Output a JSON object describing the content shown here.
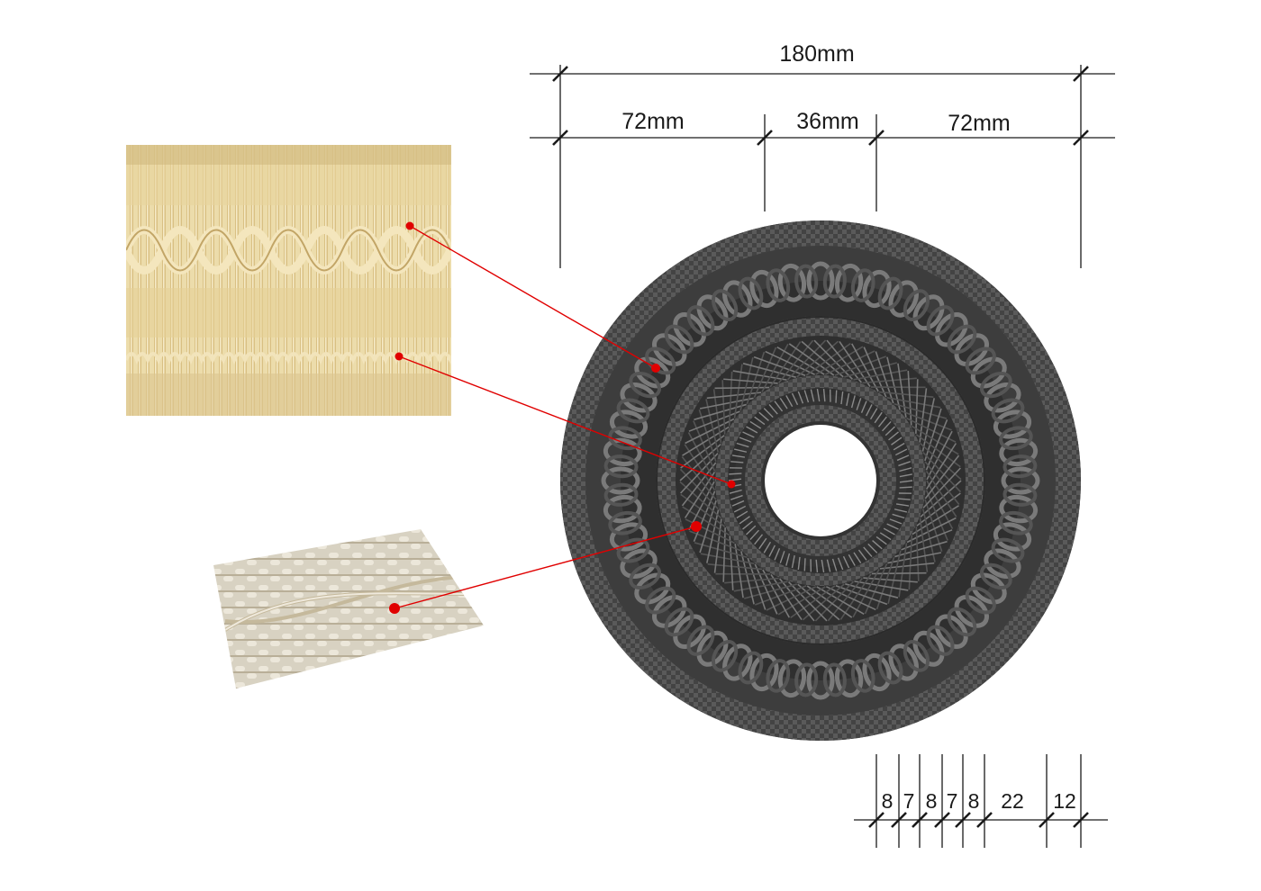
{
  "dimensions": {
    "overall": "180mm",
    "segments": [
      "72mm",
      "36mm",
      "72mm"
    ],
    "ring_widths": [
      "8",
      "7",
      "8",
      "7",
      "8",
      "22",
      "12"
    ]
  },
  "colors": {
    "weave_dark": "#3d3d3d",
    "weave_mid": "#555555",
    "weave_light": "#7a7a7a",
    "callout": "#e00000",
    "rattan": "#e9d6a1",
    "rattan_dark": "#b89a5a",
    "rattan_pale": "#dcd8cc"
  },
  "icons": {
    "photo_top": "rattan-braid-photo",
    "photo_bottom": "rattan-cross-weave-photo",
    "wheel": "woven-disc-render"
  }
}
